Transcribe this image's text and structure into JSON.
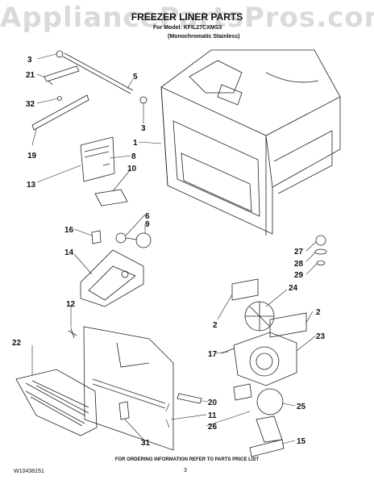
{
  "watermark": "AppliancePartsPros.com",
  "title": "FREEZER LINER PARTS",
  "subtitle_model": "For Model: KFIL27CXMS3",
  "subtitle_finish": "(Monochromatic Stainless)",
  "callouts": [
    "3",
    "21",
    "5",
    "32",
    "3",
    "19",
    "1",
    "8",
    "13",
    "10",
    "16",
    "6",
    "9",
    "14",
    "27",
    "28",
    "29",
    "12",
    "24",
    "2",
    "2",
    "22",
    "23",
    "17",
    "20",
    "11",
    "25",
    "26",
    "15",
    "31"
  ],
  "footer": {
    "doc_number": "W10438151",
    "ordering_note": "FOR ORDERING INFORMATION REFER TO PARTS PRICE LIST",
    "page_number": "3"
  }
}
